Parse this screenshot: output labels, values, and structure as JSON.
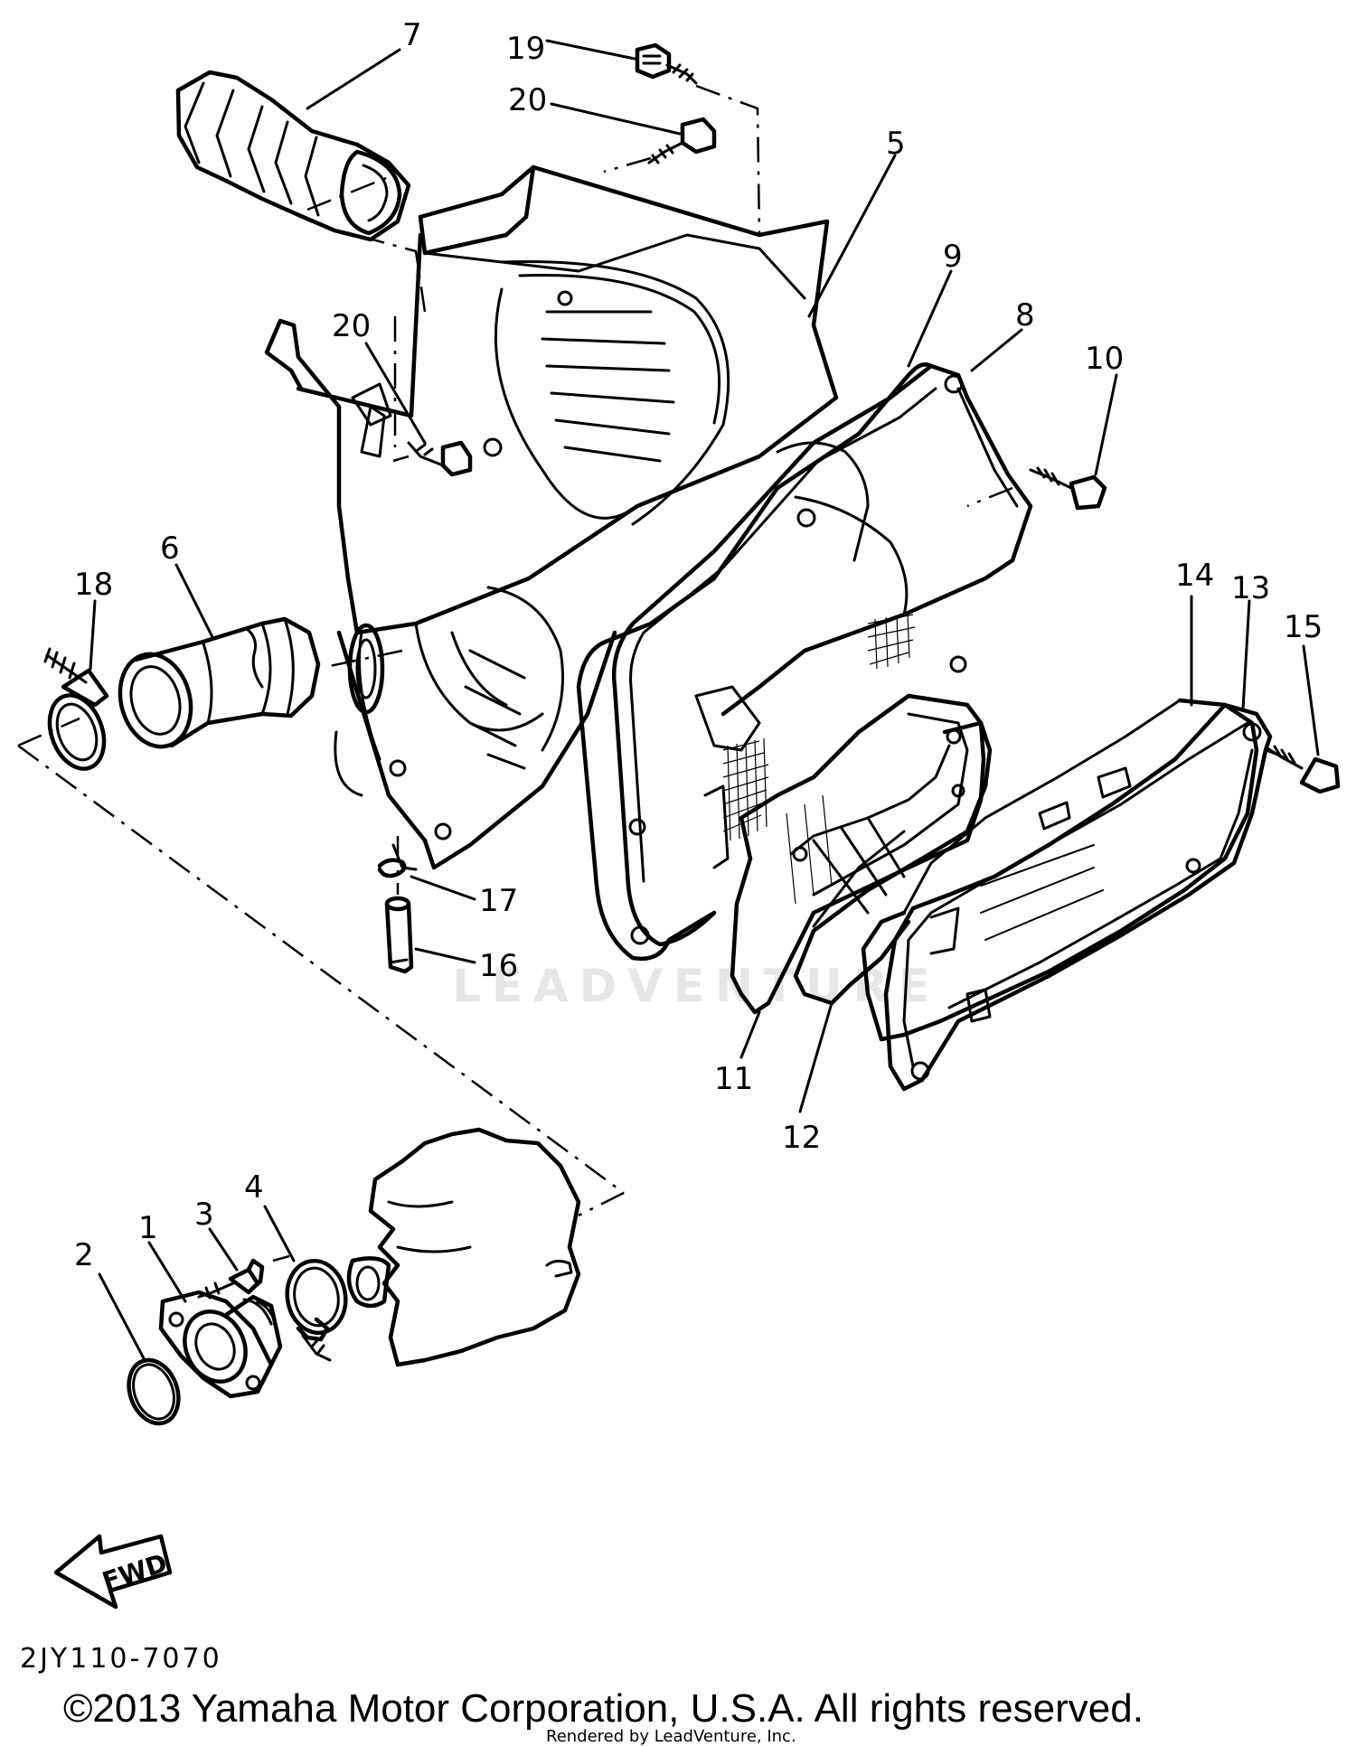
{
  "part_labels": [
    {
      "id": "1",
      "text": "1"
    },
    {
      "id": "2",
      "text": "2"
    },
    {
      "id": "3",
      "text": "3"
    },
    {
      "id": "4",
      "text": "4"
    },
    {
      "id": "5",
      "text": "5"
    },
    {
      "id": "6",
      "text": "6"
    },
    {
      "id": "7",
      "text": "7"
    },
    {
      "id": "8",
      "text": "8"
    },
    {
      "id": "9",
      "text": "9"
    },
    {
      "id": "10",
      "text": "10"
    },
    {
      "id": "11",
      "text": "11"
    },
    {
      "id": "12",
      "text": "12"
    },
    {
      "id": "13",
      "text": "13"
    },
    {
      "id": "14",
      "text": "14"
    },
    {
      "id": "15",
      "text": "15"
    },
    {
      "id": "16",
      "text": "16"
    },
    {
      "id": "17",
      "text": "17"
    },
    {
      "id": "18",
      "text": "18"
    },
    {
      "id": "19",
      "text": "19"
    },
    {
      "id": "20a",
      "text": "20"
    },
    {
      "id": "20b",
      "text": "20"
    }
  ],
  "fwd_arrow_text": "FWD",
  "diagram_code": "2JY110-7070",
  "copyright": "©2013 Yamaha Motor Corporation, U.S.A. All rights reserved.",
  "rendered_by": "Rendered by LeadVenture, Inc.",
  "watermark": "LEADVENTURE"
}
